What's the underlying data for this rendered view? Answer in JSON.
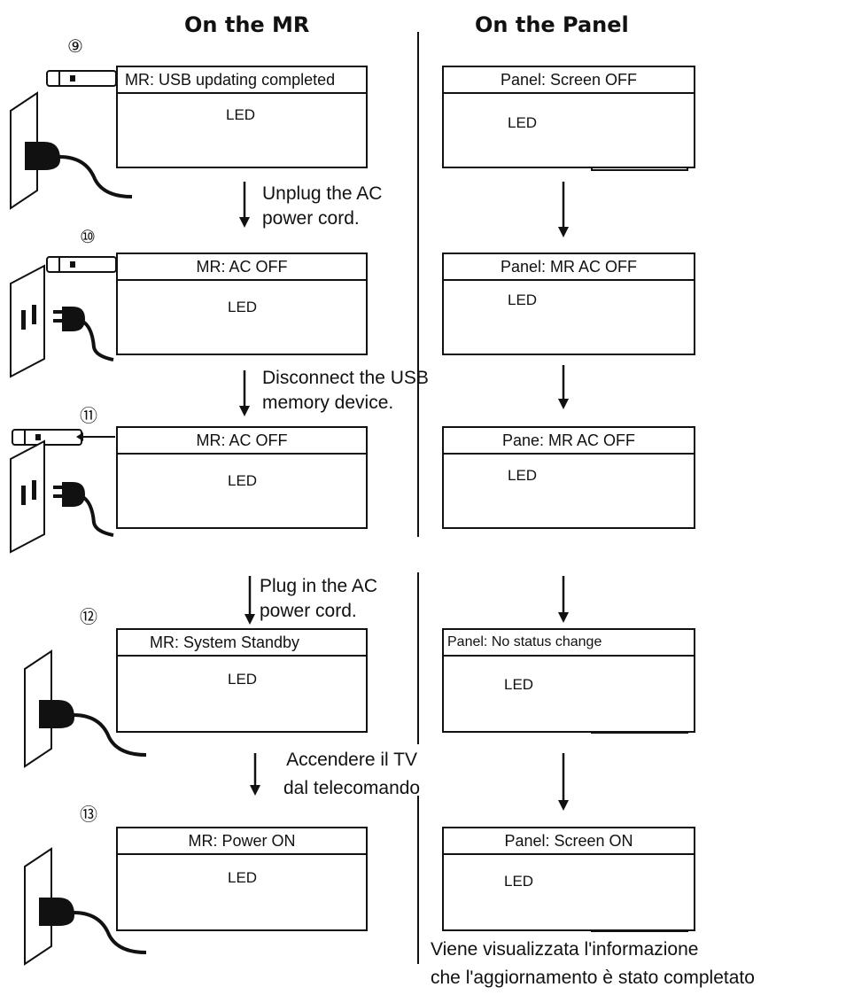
{
  "headers": {
    "mr": "On the MR",
    "panel": "On the Panel"
  },
  "led_label": "LED",
  "steps": [
    {
      "num": "⑨",
      "mr_status": "MR: USB updating completed",
      "panel_status": "Panel: Screen OFF",
      "mr_leds": [
        "blinking blue",
        "blinking red",
        "off orange"
      ],
      "panel_leds": [
        "off blue",
        "on red"
      ],
      "screen": "off"
    },
    {
      "num": "⑩",
      "mr_status": "MR: AC OFF",
      "panel_status": "Panel: MR AC OFF",
      "mr_leds": [
        "off blue",
        "off red",
        "off orange"
      ],
      "panel_leds": [
        "blinking blue",
        "blinking red"
      ],
      "screen": "off"
    },
    {
      "num": "⑪",
      "mr_status": "MR: AC OFF",
      "panel_status": "Pane: MR AC OFF",
      "mr_leds": [
        "off blue",
        "off red",
        "off orange"
      ],
      "panel_leds": [
        "blinking blue",
        "blinking red"
      ],
      "screen": "off"
    },
    {
      "num": "⑫",
      "mr_status": "MR: System Standby",
      "panel_status": "Panel: No status change",
      "mr_leds": [
        "off blue",
        "on red",
        "off orange"
      ],
      "panel_leds": [
        "off blue",
        "on red"
      ],
      "screen": "off"
    },
    {
      "num": "⑬",
      "mr_status": "MR: Power ON",
      "panel_status": "Panel: Screen ON",
      "mr_leds": [
        "on blue",
        "off red",
        "off orange"
      ],
      "panel_leds": [
        "on blue",
        "off red"
      ],
      "screen": "on"
    }
  ],
  "instructions": {
    "unplug": [
      "Unplug the AC",
      "power cord."
    ],
    "disconnect": [
      "Disconnect the USB",
      "memory device."
    ],
    "plug": [
      "Plug in the AC",
      "power cord."
    ],
    "turn_on": [
      "Accendere il TV",
      "dal telecomando"
    ]
  },
  "final_note": [
    "Viene visualizzata l'informazione",
    "che l'aggiornamento è stato completato"
  ],
  "colors": {
    "blue": "#1a3fa8",
    "red": "#e01f26",
    "orange": "#f09a2a",
    "screen_off": "#b3b3b3",
    "screen_on": "#49c3c6",
    "screen_on_label": "#f4c11c"
  }
}
